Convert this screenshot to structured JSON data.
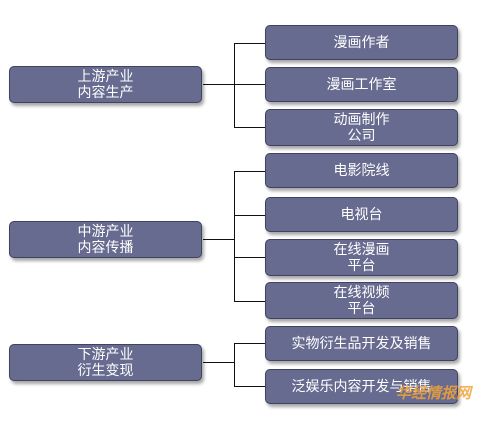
{
  "groups": [
    {
      "label": "上游产业\n内容生产",
      "children": [
        "漫画作者",
        "漫画工作室",
        "动画制作\n公司"
      ]
    },
    {
      "label": "中游产业\n内容传播",
      "children": [
        "电影院线",
        "电视台",
        "在线漫画\n平台",
        "在线视频\n平台"
      ]
    },
    {
      "label": "下游产业\n衍生变现",
      "children": [
        "实物衍生品开发及销售",
        "泛娱乐内容开发与销售"
      ]
    }
  ],
  "watermark": "华经情报网"
}
